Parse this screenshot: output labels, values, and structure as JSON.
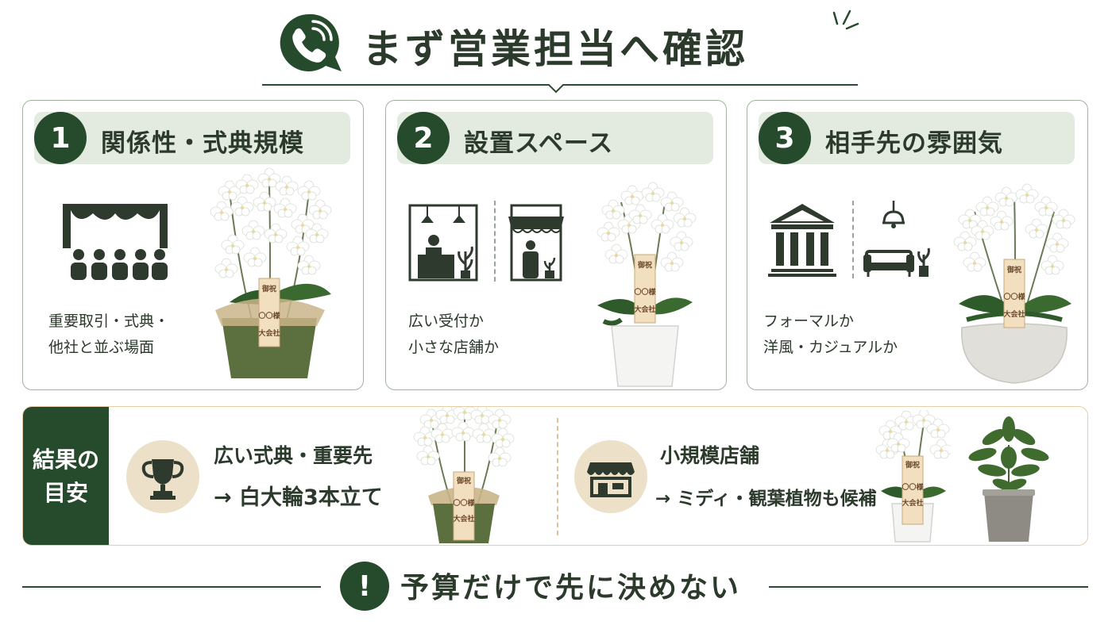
{
  "header": {
    "title": "まず営業担当へ確認",
    "icon": "phone-chat-icon"
  },
  "cards": [
    {
      "number": "1",
      "title": "関係性・式典規模",
      "desc": [
        "重要取引・式典・",
        "他社と並ぶ場面"
      ],
      "icons": [
        "stage-audience-icon",
        "orchid-three-stem-icon"
      ]
    },
    {
      "number": "2",
      "title": "設置スペース",
      "desc": [
        "広い受付か",
        "小さな店舗か"
      ],
      "icons": [
        "reception-desk-icon",
        "small-shop-icon",
        "orchid-white-pot-icon"
      ]
    },
    {
      "number": "3",
      "title": "相手先の雰囲気",
      "desc": [
        "フォーマルか",
        "洋風・カジュアルか"
      ],
      "icons": [
        "formal-building-icon",
        "sofa-lamp-icon",
        "orchid-stone-pot-icon"
      ]
    }
  ],
  "tag": {
    "line1": "御祝",
    "line2": "〇〇様",
    "line3": "大会社"
  },
  "result": {
    "label_line1": "結果の",
    "label_line2": "目安",
    "items": [
      {
        "title": "広い式典・重要先",
        "sub": "→ 白大輪3本立て",
        "icon": "trophy-icon"
      },
      {
        "title": "小規模店舗",
        "sub": "→ ミディ・観葉植物も候補",
        "icon": "storefront-icon"
      }
    ]
  },
  "footer": {
    "text": "予算だけで先に決めない",
    "icon": "exclamation-icon"
  },
  "colors": {
    "primary": "#264a2c",
    "header_bg": "#e3ebe0",
    "card_border": "#9fb39f",
    "band_border": "#e6cfa8",
    "result_circle": "#ece0c8"
  }
}
